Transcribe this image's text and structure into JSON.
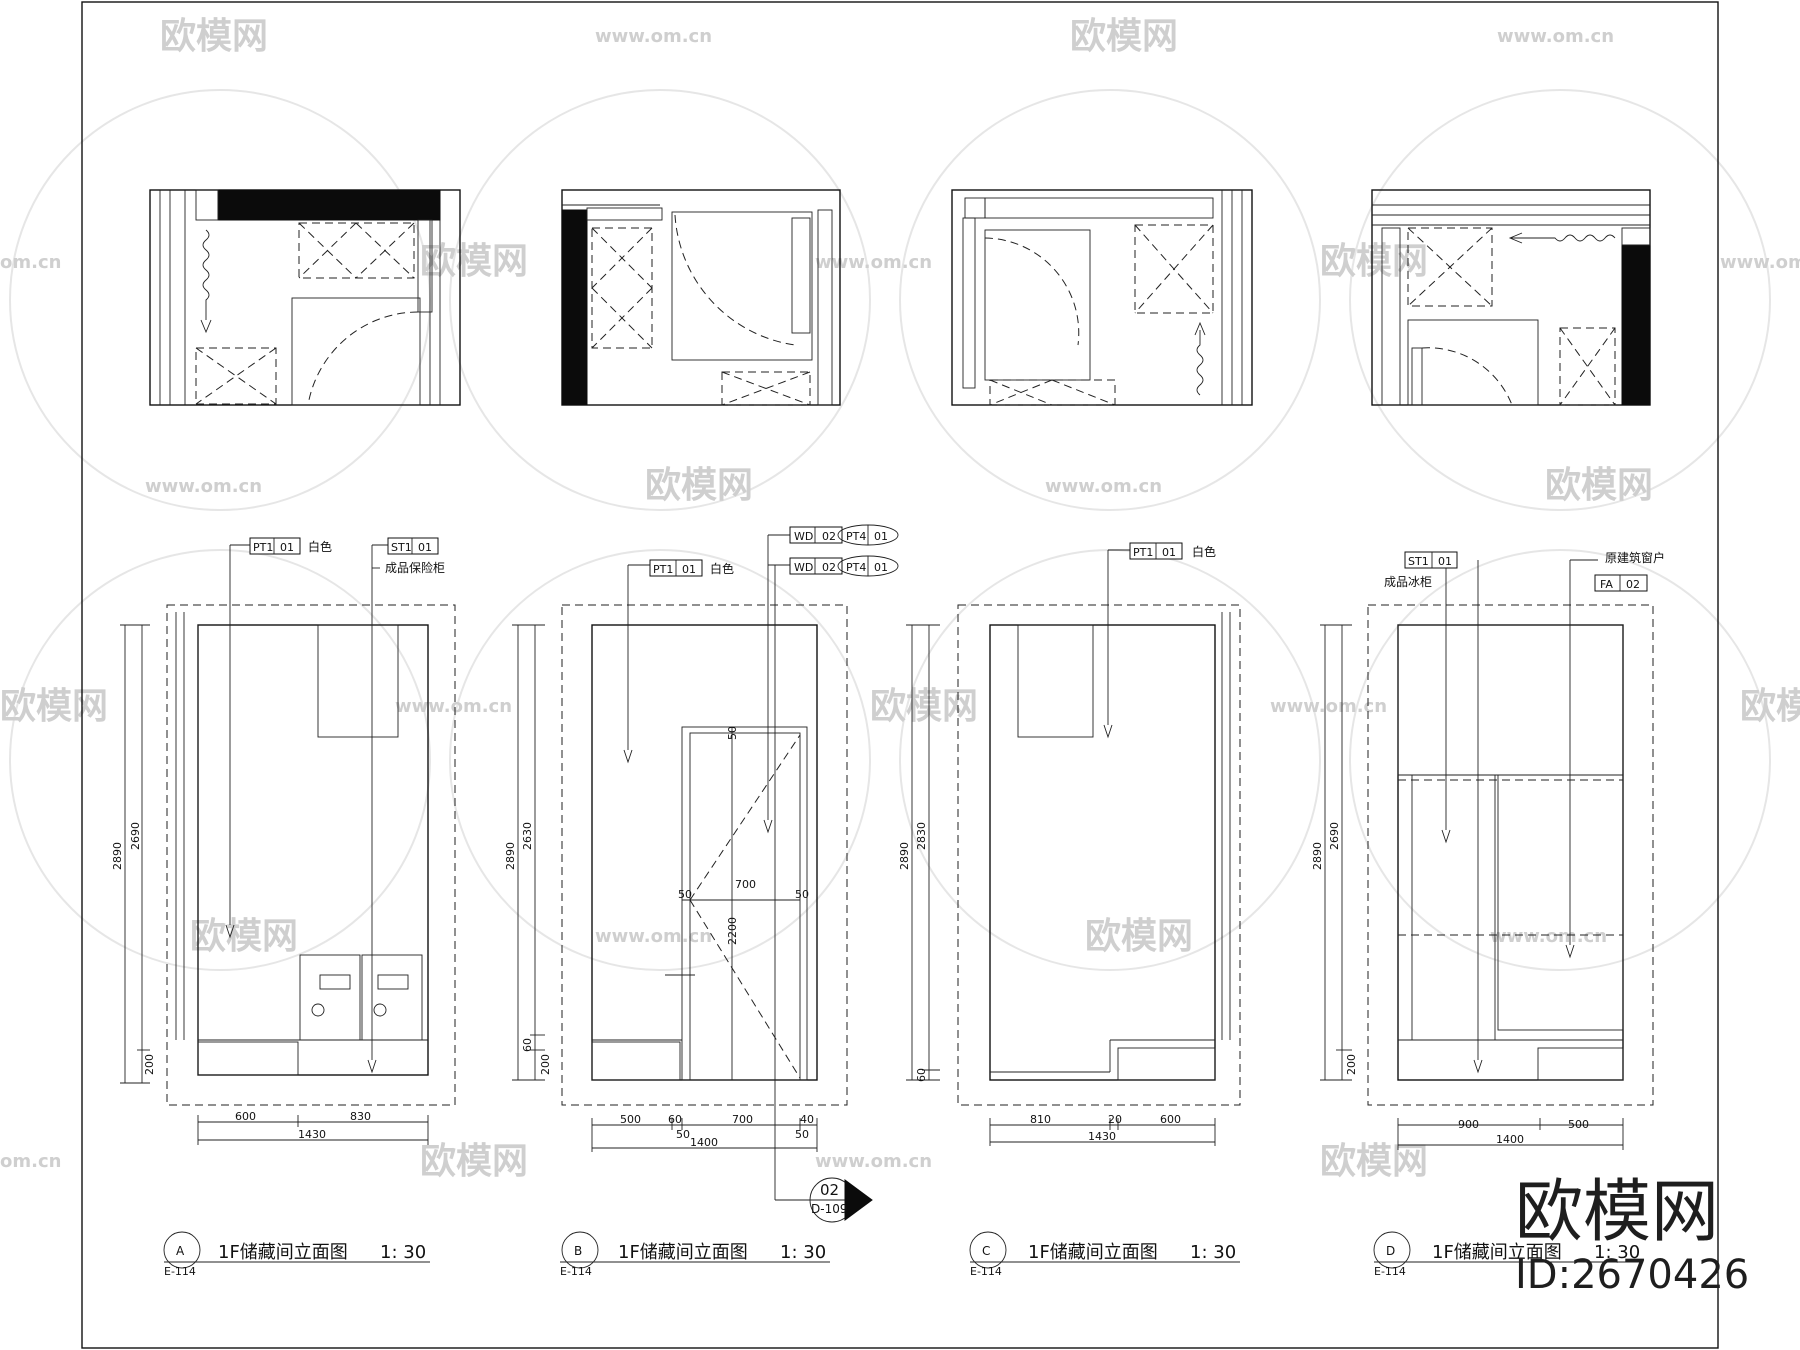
{
  "watermark": {
    "brand": "欧模网",
    "url": "www.om.cn",
    "url_short": "om.cn",
    "id_text": "ID:2670426"
  },
  "elevations": [
    {
      "key": "A",
      "sheet": "E-114",
      "title": "1F储藏间立面图",
      "scale": "1: 30",
      "labels": {
        "tag1_code": "PT1",
        "tag1_num": "01",
        "tag1_note": "白色",
        "tag2_code": "ST1",
        "tag2_num": "01",
        "tag2_note": "成品保险柜"
      },
      "dims_h_top": [
        "600",
        "830"
      ],
      "dim_h_total": "1430",
      "dims_v": [
        "2890",
        "2690",
        "200"
      ]
    },
    {
      "key": "B",
      "sheet": "E-114",
      "title": "1F储藏间立面图",
      "scale": "1: 30",
      "labels": {
        "tag1_code": "PT1",
        "tag1_num": "01",
        "tag1_note": "白色",
        "tagA_code": "WD",
        "tagA_num": "02",
        "tagA_sub": "PT4",
        "tagA_sub_num": "01",
        "tagB_code": "WD",
        "tagB_num": "02",
        "tagB_sub": "PT4",
        "tagB_sub_num": "01"
      },
      "door_dims": [
        "50",
        "700",
        "50",
        "2200",
        "50"
      ],
      "dims_h_top": [
        "500",
        "60",
        "700",
        "40"
      ],
      "dims_h_sub": [
        "50",
        "50"
      ],
      "dim_h_total": "1400",
      "dims_v": [
        "2890",
        "2630",
        "60",
        "200"
      ],
      "callout_num": "02",
      "callout_ref": "D-109"
    },
    {
      "key": "C",
      "sheet": "E-114",
      "title": "1F储藏间立面图",
      "scale": "1: 30",
      "labels": {
        "tag1_code": "PT1",
        "tag1_num": "01",
        "tag1_note": "白色"
      },
      "dims_h_top": [
        "810",
        "20",
        "600"
      ],
      "dim_h_total": "1430",
      "dims_v": [
        "2890",
        "2830",
        "60"
      ]
    },
    {
      "key": "D",
      "sheet": "E-114",
      "title": "1F储藏间立面图",
      "scale": "1: 30",
      "labels": {
        "tag1_code": "ST1",
        "tag1_num": "01",
        "tag1_note": "成品冰柜",
        "tag2_code": "FA",
        "tag2_num": "02",
        "tag2_note": "原建筑窗户"
      },
      "dims_h_top": [
        "900",
        "500"
      ],
      "dim_h_total": "1400",
      "dims_v": [
        "2890",
        "2690",
        "200"
      ]
    }
  ]
}
